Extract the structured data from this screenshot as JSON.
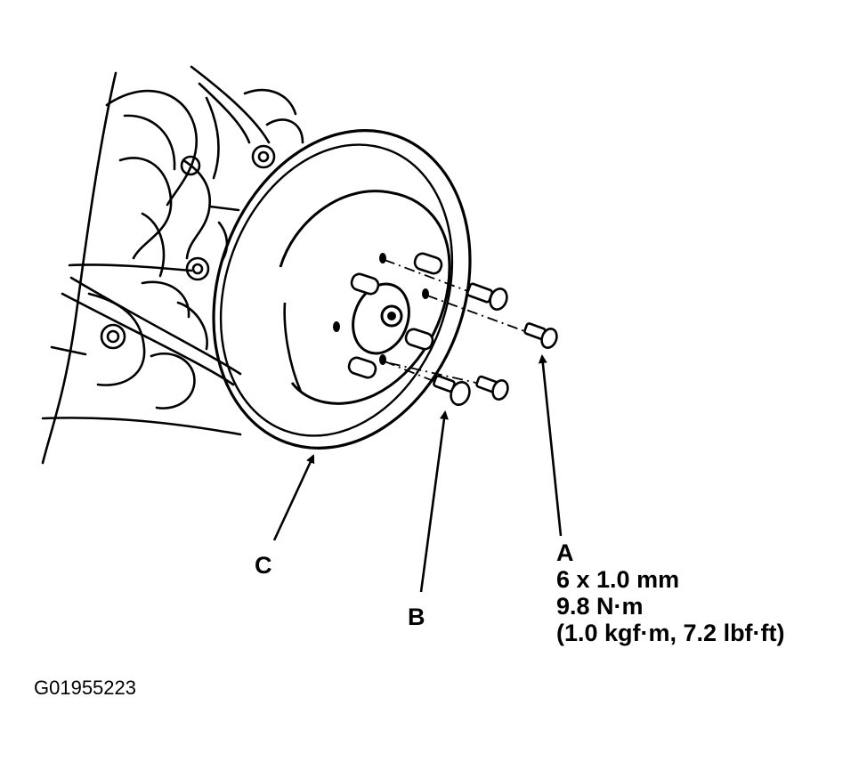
{
  "labels": {
    "a": {
      "letter": "A",
      "line1": "6 x 1.0 mm",
      "line2": "9.8 N·m",
      "line3": "(1.0 kgf·m, 7.2 lbf·ft)"
    },
    "b": {
      "letter": "B"
    },
    "c": {
      "letter": "C"
    }
  },
  "figure_id": "G01955223",
  "colors": {
    "ink": "#000000",
    "paper": "#ffffff"
  }
}
